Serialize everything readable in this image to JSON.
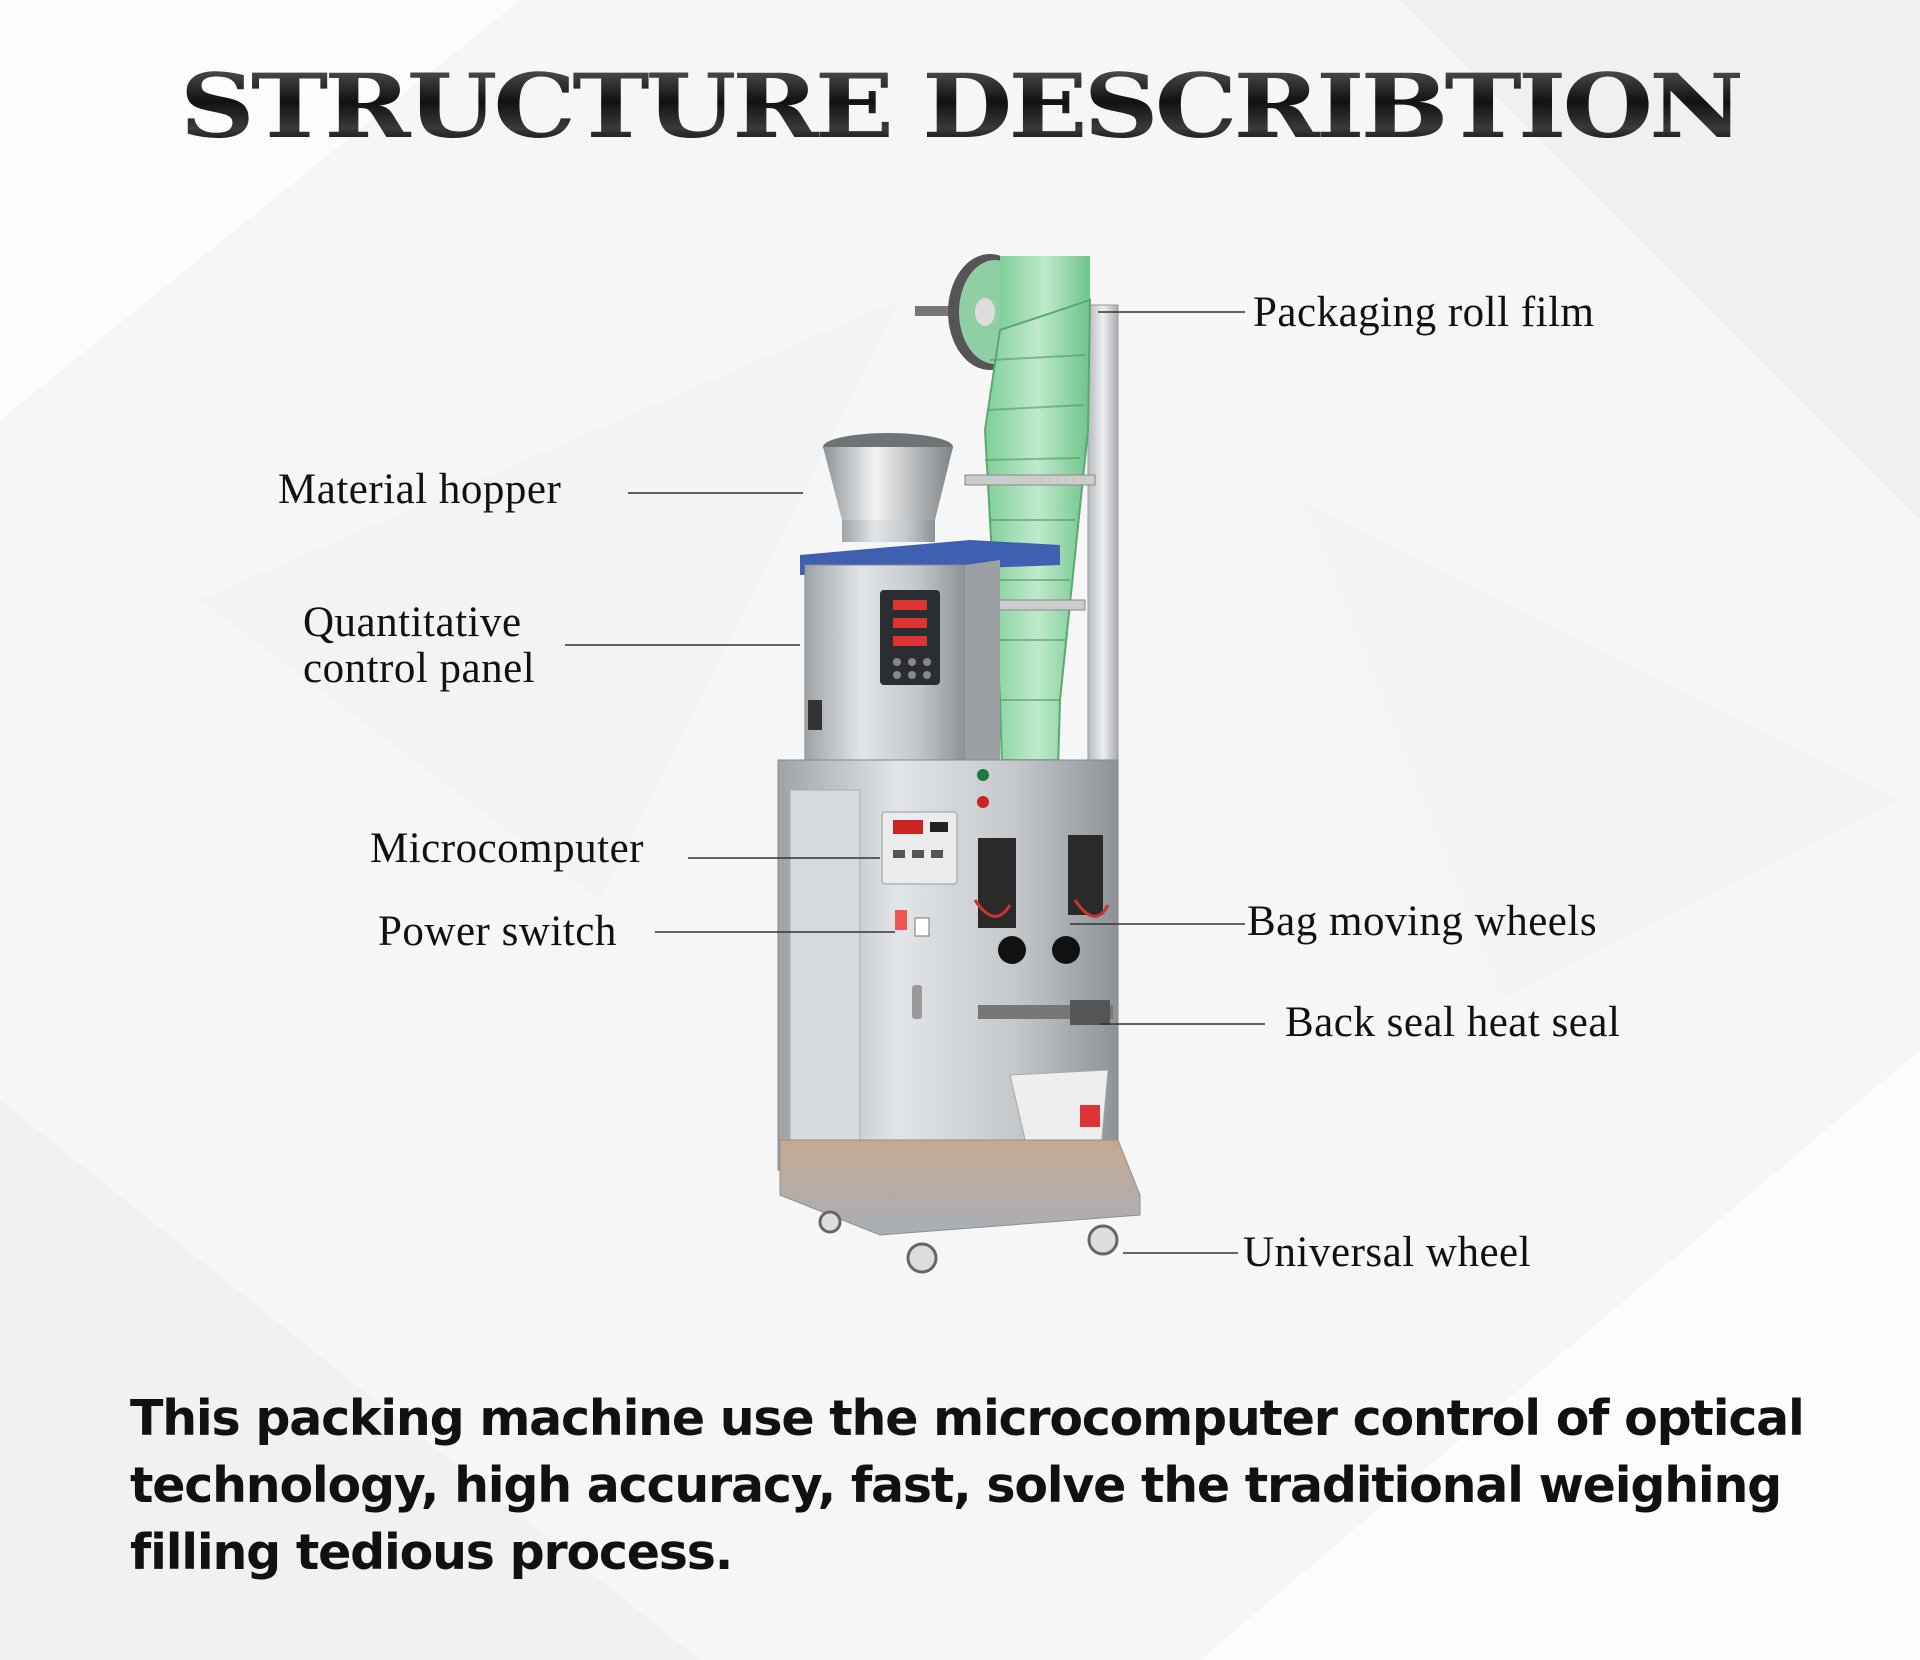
{
  "title": "STRUCTURE DESCRIBTION",
  "labels": {
    "packaging_roll_film": "Packaging roll film",
    "material_hopper": "Material hopper",
    "quantitative_control_panel": "Quantitative control panel",
    "microcomputer": "Microcomputer",
    "power_switch": "Power switch",
    "bag_moving_wheels": "Bag moving wheels",
    "back_seal_heat_seal": "Back seal heat seal",
    "universal_wheel": "Universal wheel"
  },
  "caption": "This packing machine use the microcomputer control of optical technology, high accuracy, fast, solve the traditional weighing filling tedious process.",
  "colors": {
    "background": "#f7f7f7",
    "steel": "#c9cdd0",
    "film_green": "#9fd9b0",
    "panel_dark": "#2a2e33",
    "text": "#111111"
  }
}
